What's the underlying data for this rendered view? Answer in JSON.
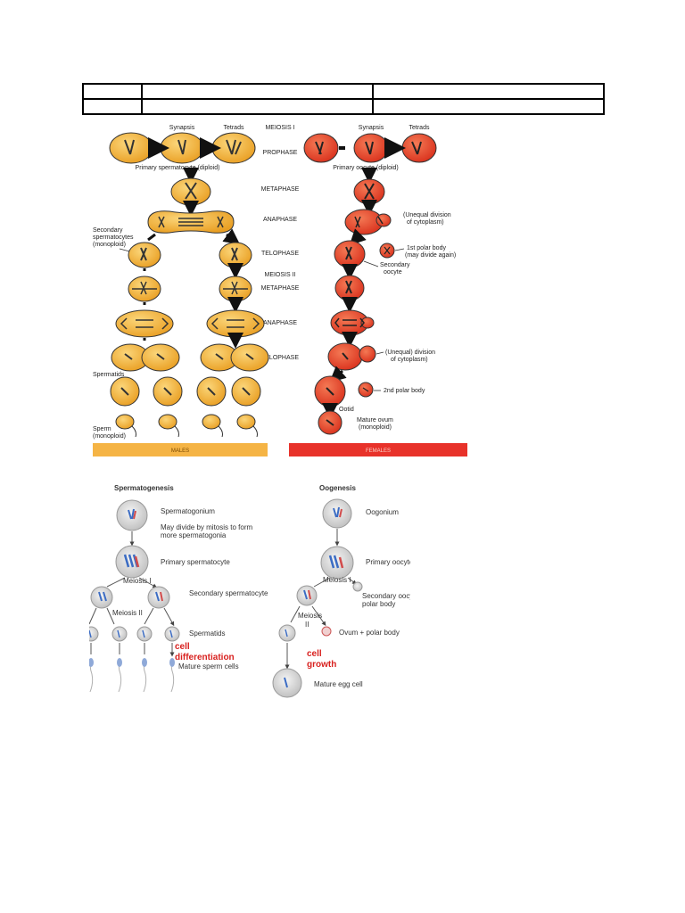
{
  "meiosis_figure": {
    "meiosis1": "MEIOSIS I",
    "meiosis2": "MEIOSIS II",
    "stages": [
      "PROPHASE",
      "METAPHASE",
      "ANAPHASE",
      "TELOPHASE",
      "METAPHASE",
      "ANAPHASE",
      "TELOPHASE"
    ],
    "male": {
      "synapsis": "Synapsis",
      "tetrads": "Tetrads",
      "primary": "Primary spermatocyte (diploid)",
      "secondary": [
        "Secondary",
        "spermatocytes",
        "(monoploid)"
      ],
      "spermatids": "Spermatids",
      "sperm": [
        "Sperm",
        "(monoploid)"
      ],
      "bar": "MALES"
    },
    "female": {
      "synapsis": "Synapsis",
      "tetrads": "Tetrads",
      "primary": "Primary oocyte (diploid)",
      "unequal1": [
        "(Unequal division",
        "of cytoplasm)"
      ],
      "polar1": [
        "1st polar body",
        "(may divide again)"
      ],
      "secondary": [
        "Secondary",
        "oocyte"
      ],
      "unequal2": [
        "(Unequal) division",
        "of cytoplasm)"
      ],
      "polar2": "2nd polar body",
      "ootid": "Ootid",
      "ovum": [
        "Mature ovum",
        "(monoploid)"
      ],
      "bar": "FEMALES"
    },
    "colors": {
      "male": "#f2b33d",
      "female": "#e8432a",
      "bar_male": "#f5b445",
      "bar_female": "#e8322a"
    }
  },
  "gametogenesis_figure": {
    "spermatogenesis": {
      "title": "Spermatogenesis",
      "spermatogonium": "Spermatogonium",
      "mitosis_note": [
        "May divide by mitosis to form",
        "more spermatogonia"
      ],
      "primary": "Primary spermatocyte",
      "meiosis1": "Meiosis I",
      "secondary": "Secondary spermatocyte",
      "meiosis2": "Meiosis II",
      "spermatids": "Spermatids",
      "annotation": [
        "cell",
        "differentiation"
      ],
      "mature": "Mature sperm cells"
    },
    "oogenesis": {
      "title": "Oogenesis",
      "oogonium": "Oogonium",
      "primary": "Primary oocyte",
      "meiosis1": "Meiosis I",
      "secondary": [
        "Secondary oocyte +",
        "polar body"
      ],
      "meiosis2": "Meiosis",
      "meiosis2_numeral": "II",
      "ovum": "Ovum + polar body",
      "annotation": [
        "cell",
        "growth"
      ],
      "mature": "Mature egg cell"
    },
    "colors": {
      "annotation": "#d8201e"
    }
  }
}
